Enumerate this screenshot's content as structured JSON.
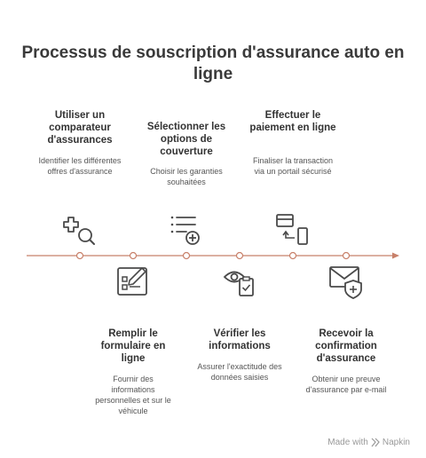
{
  "title": "Processus de souscription d'assurance auto en ligne",
  "steps": [
    {
      "title": "Utiliser un comparateur d'assurances",
      "desc": "Identifier les différentes offres d'assurance",
      "icon": "search-plus-icon",
      "pos": "top"
    },
    {
      "title": "Remplir le formulaire en ligne",
      "desc": "Fournir des informations personnelles et sur le véhicule",
      "icon": "form-icon",
      "pos": "bottom"
    },
    {
      "title": "Sélectionner les options de couverture",
      "desc": "Choisir les garanties souhaitées",
      "icon": "list-add-icon",
      "pos": "top"
    },
    {
      "title": "Vérifier les informations",
      "desc": "Assurer l'exactitude des données saisies",
      "icon": "verify-icon",
      "pos": "bottom"
    },
    {
      "title": "Effectuer le paiement en ligne",
      "desc": "Finaliser la transaction via un portail sécurisé",
      "icon": "payment-icon",
      "pos": "top"
    },
    {
      "title": "Recevoir la confirmation d'assurance",
      "desc": "Obtenir une preuve d'assurance par e-mail",
      "icon": "mail-shield-icon",
      "pos": "bottom"
    }
  ],
  "footer": {
    "made_with": "Made with",
    "brand": "Napkin"
  },
  "colors": {
    "accent": "#c8806a",
    "icon": "#4a4a4a"
  }
}
